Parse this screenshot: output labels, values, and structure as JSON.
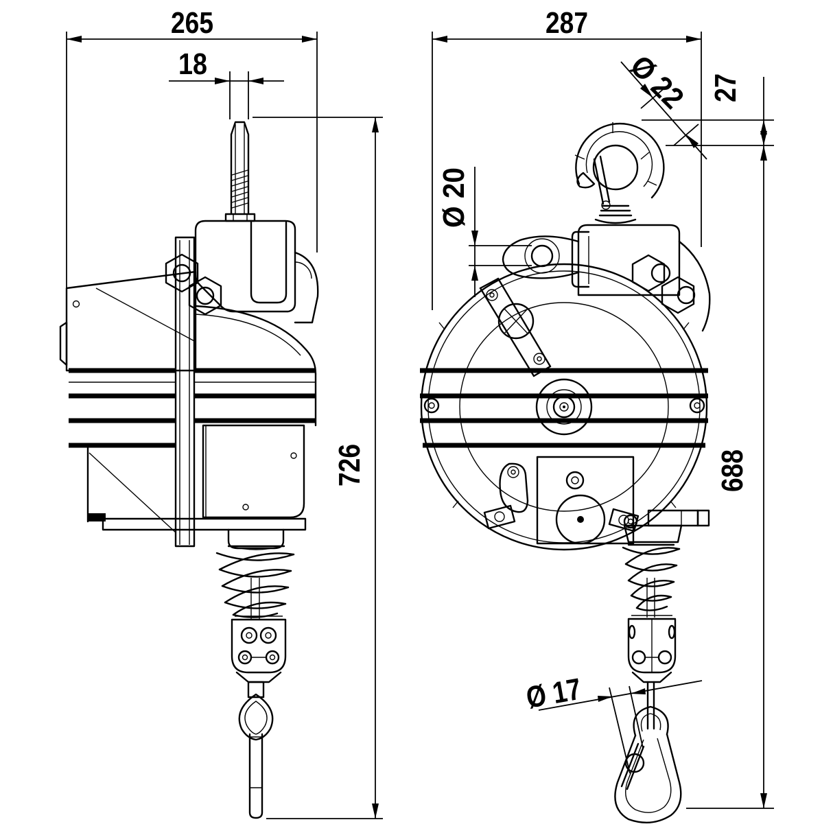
{
  "page": {
    "background": "#ffffff",
    "line_color": "#000000"
  },
  "dims": {
    "side_overall_width": {
      "label": "265"
    },
    "side_stud_width": {
      "label": "18"
    },
    "side_overall_height": {
      "label": "726"
    },
    "front_overall_width": {
      "label": "287"
    },
    "front_hook_diameter": {
      "label": "Ø 22"
    },
    "front_hook_travel": {
      "label": "27"
    },
    "front_hanger_hole_diameter": {
      "label": "Ø 20"
    },
    "front_height_to_hook": {
      "label": "688"
    },
    "front_cable_stop_diameter": {
      "label": "Ø 17"
    }
  }
}
